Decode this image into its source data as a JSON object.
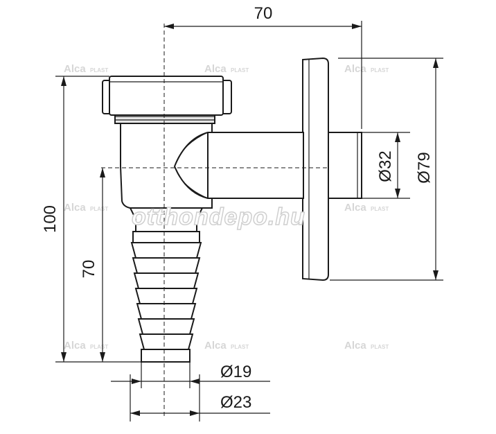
{
  "dimensions": {
    "width_top": "70",
    "diameter_outlet": "Ø32",
    "diameter_flange": "Ø79",
    "height_total": "100",
    "height_inlet": "70",
    "diameter_hose_inner": "Ø19",
    "diameter_hose_outer": "Ø23"
  },
  "watermarks": {
    "brand": "Alca",
    "brand_suffix": "PLAST",
    "site": "otthondepo.hu"
  }
}
